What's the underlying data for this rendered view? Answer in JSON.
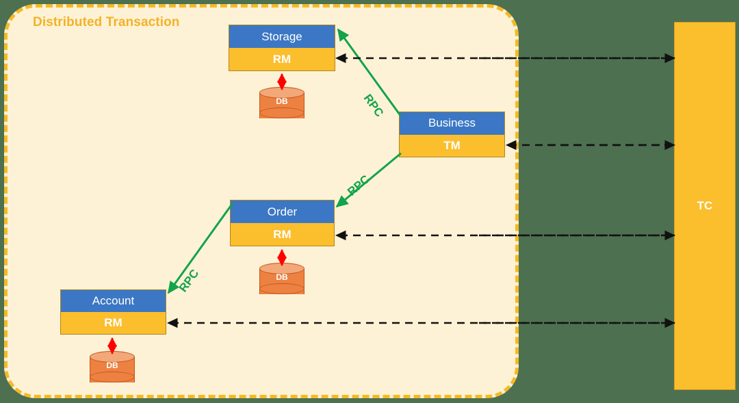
{
  "diagram": {
    "title": "Distributed Transaction",
    "background_color": "#4d7050",
    "container_fill": "#fdf2d5",
    "container_border_color": "#f6b926",
    "accent_blue": "#3b77c4",
    "accent_yellow": "#fbbe2d",
    "accent_green": "#12a34b",
    "accent_orange": "#ed8141",
    "accent_red": "#ff0000"
  },
  "nodes": {
    "storage": {
      "title": "Storage",
      "role": "RM",
      "db_label": "DB"
    },
    "order": {
      "title": "Order",
      "role": "RM",
      "db_label": "DB"
    },
    "account": {
      "title": "Account",
      "role": "RM",
      "db_label": "DB"
    },
    "business": {
      "title": "Business",
      "role": "TM"
    }
  },
  "coordinator": {
    "label": "TC"
  },
  "edges": {
    "rpc_label": "RPC",
    "rpc_links": [
      {
        "from": "business",
        "to": "storage",
        "label": "RPC"
      },
      {
        "from": "business",
        "to": "order",
        "label": "RPC"
      },
      {
        "from": "order",
        "to": "account",
        "label": "RPC"
      }
    ],
    "tc_links": [
      {
        "node": "storage",
        "target_role": "RM"
      },
      {
        "node": "business",
        "target_role": "TM"
      },
      {
        "node": "order",
        "target_role": "RM"
      },
      {
        "node": "account",
        "target_role": "RM"
      }
    ],
    "db_links": [
      {
        "node": "storage"
      },
      {
        "node": "order"
      },
      {
        "node": "account"
      }
    ]
  }
}
